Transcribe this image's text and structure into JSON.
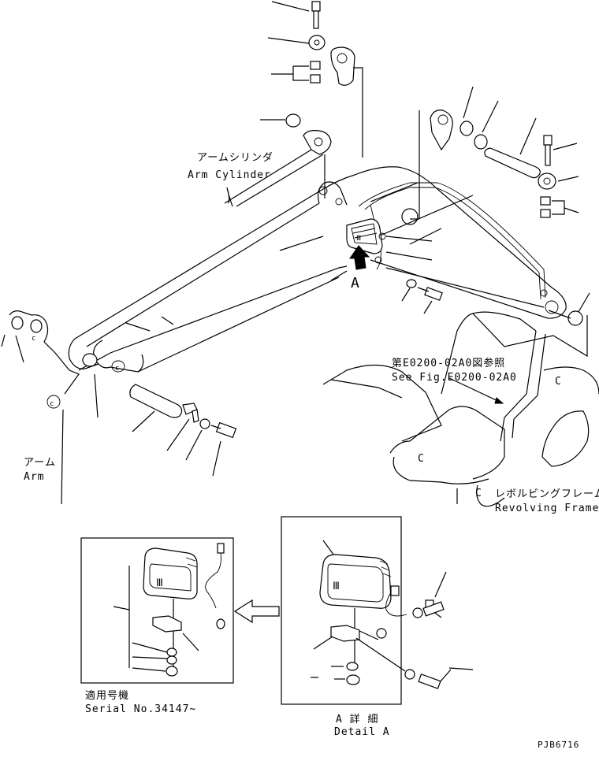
{
  "labels": {
    "arm_cylinder_jp": "アームシリンダ",
    "arm_cylinder_en": "Arm Cylinder",
    "arm_jp": "アーム",
    "arm_en": "Arm",
    "view_a": "A",
    "see_fig_jp": "第E0200-02A0図参照",
    "see_fig_en": "See Fig.E0200-02A0",
    "revolving_frame_jp": "レボルビングフレーム",
    "revolving_frame_en": "Revolving Frame",
    "serial_jp": "適用号機",
    "serial_en": "Serial No.34147~",
    "detail_a_jp": "A 詳 細",
    "detail_a_en": "Detail A",
    "drawing_code": "PJB6716"
  }
}
